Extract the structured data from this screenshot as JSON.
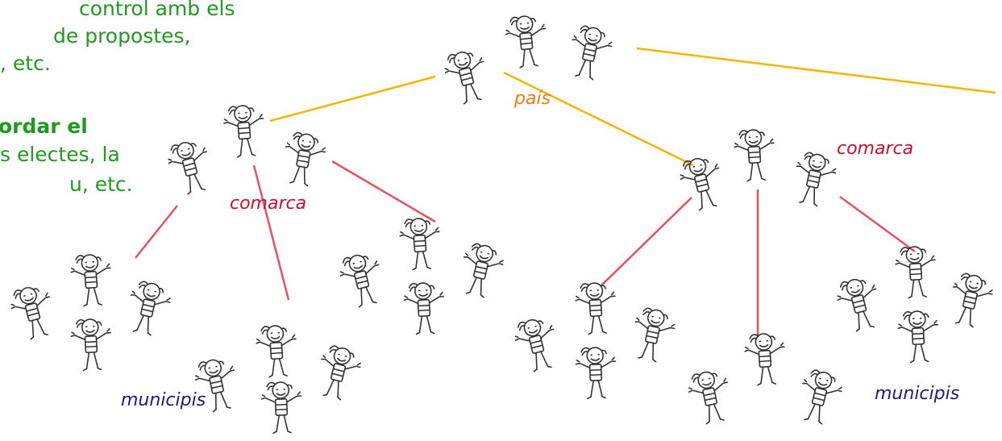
{
  "text_block": {
    "line1": "control amb els",
    "line2": "de propostes,",
    "line3": ", etc.",
    "line4_bold": "ordar el",
    "line5": "s electes, la",
    "line6": "u, etc."
  },
  "labels": {
    "pais": "país",
    "comarca_left": "comarca",
    "comarca_right": "comarca",
    "municipis_left": "municipis",
    "municipis_right": "municipis"
  },
  "colors": {
    "country_links": "#f5b400",
    "comarca_links": "#e8505b",
    "text_green": "#1f9a1f",
    "pais_label": "#f07a10",
    "comarca_label": "#c8102e",
    "municipis_label": "#1a1a80"
  },
  "icons": {
    "person": "child-drawing-icon"
  }
}
